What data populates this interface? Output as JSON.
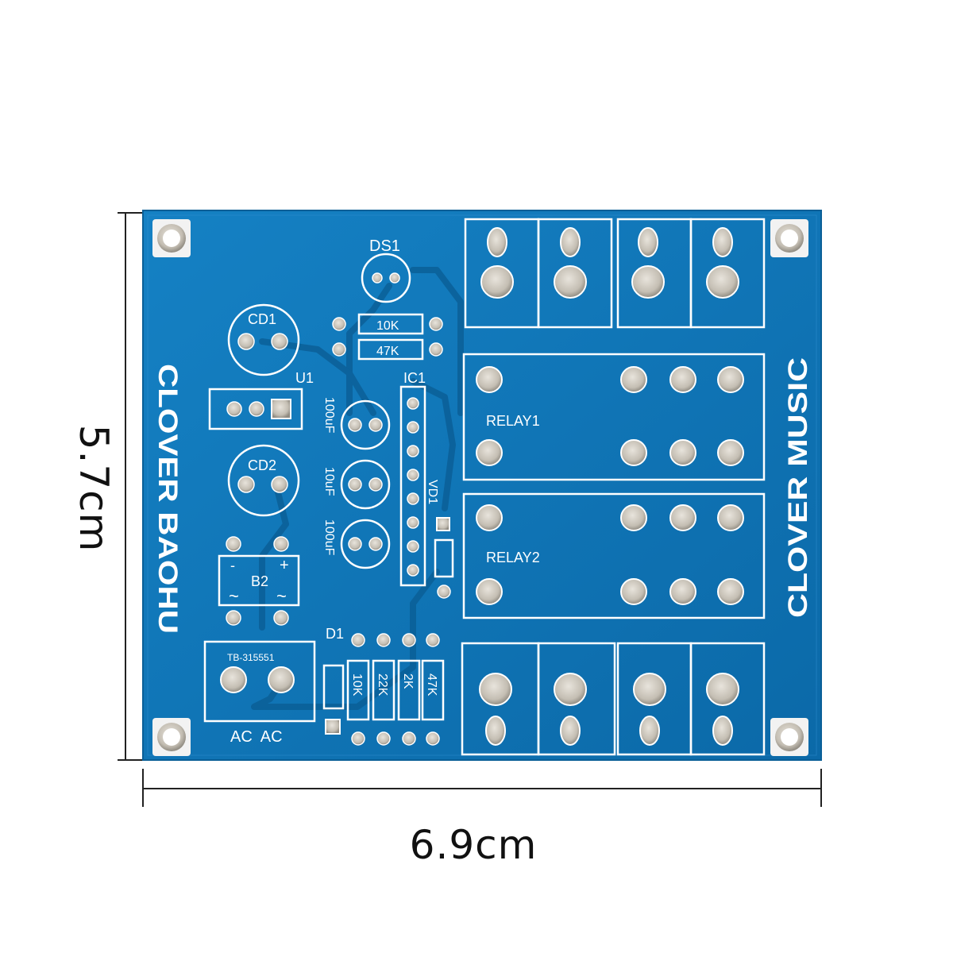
{
  "dimensions": {
    "height_label": "5.7cm",
    "width_label": "6.9cm"
  },
  "board": {
    "color": "#0f75b5",
    "silk_color": "#ffffff",
    "copper_color": "#b9b2a6",
    "labels": {
      "ds1": "DS1",
      "cd1": "CD1",
      "cd2": "CD2",
      "u1": "U1",
      "ic1": "IC1",
      "b2": "B2",
      "b2_minus": "-",
      "b2_plus": "+",
      "b2_ac_left": "~",
      "b2_ac_right": "~",
      "d1": "D1",
      "vd1": "VD1",
      "tb": "TB-315551",
      "ac": "AC  AC",
      "relay1": "RELAY1",
      "relay2": "RELAY2",
      "r_10k": "10K",
      "r_47k": "47K",
      "cap1": "100uF",
      "cap2": "10uF",
      "cap3": "100uF",
      "rb1": "10K",
      "rb2": "22K",
      "rb3": "2K",
      "rb4": "47K",
      "brand_left": "CLOVER BAOHU",
      "brand_right": "CLOVER MUSIC"
    }
  }
}
